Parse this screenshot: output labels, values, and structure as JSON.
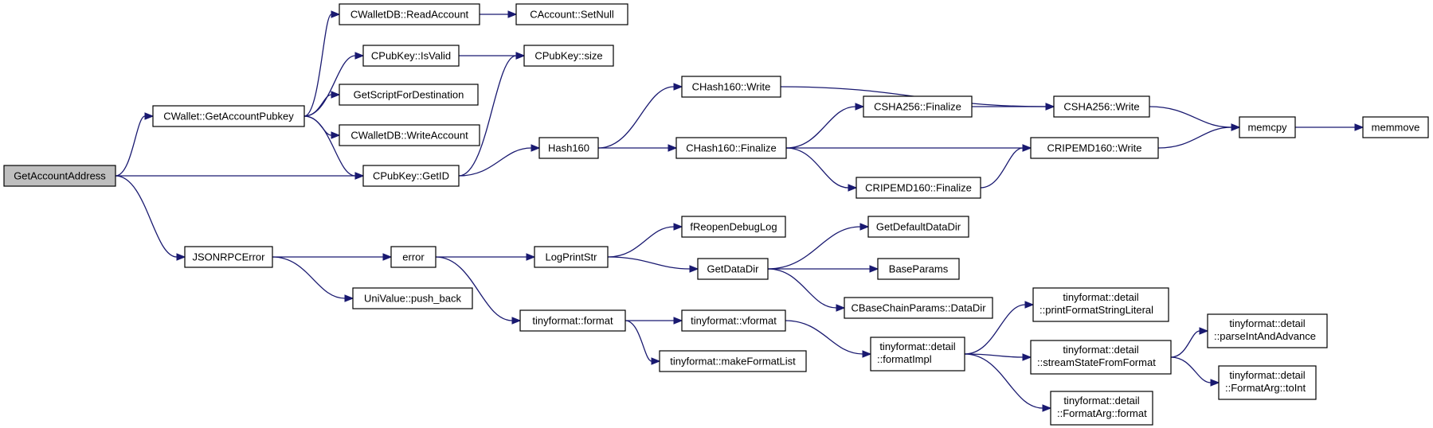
{
  "nodes": [
    {
      "id": "GetAccountAddress",
      "lines": [
        "GetAccountAddress"
      ],
      "root": true
    },
    {
      "id": "CWallet::GetAccountPubkey",
      "lines": [
        "CWallet::GetAccountPubkey"
      ]
    },
    {
      "id": "CPubKey::GetID",
      "lines": [
        "CPubKey::GetID"
      ]
    },
    {
      "id": "JSONRPCError",
      "lines": [
        "JSONRPCError"
      ]
    },
    {
      "id": "CWalletDB::ReadAccount",
      "lines": [
        "CWalletDB::ReadAccount"
      ]
    },
    {
      "id": "CAccount::SetNull",
      "lines": [
        "CAccount::SetNull"
      ]
    },
    {
      "id": "CPubKey::IsValid",
      "lines": [
        "CPubKey::IsValid"
      ]
    },
    {
      "id": "CPubKey::size",
      "lines": [
        "CPubKey::size"
      ]
    },
    {
      "id": "GetScriptForDestination",
      "lines": [
        "GetScriptForDestination"
      ]
    },
    {
      "id": "CWalletDB::WriteAccount",
      "lines": [
        "CWalletDB::WriteAccount"
      ]
    },
    {
      "id": "Hash160",
      "lines": [
        "Hash160"
      ]
    },
    {
      "id": "CHash160::Write",
      "lines": [
        "CHash160::Write"
      ]
    },
    {
      "id": "CHash160::Finalize",
      "lines": [
        "CHash160::Finalize"
      ]
    },
    {
      "id": "CSHA256::Finalize",
      "lines": [
        "CSHA256::Finalize"
      ]
    },
    {
      "id": "CSHA256::Write",
      "lines": [
        "CSHA256::Write"
      ]
    },
    {
      "id": "CRIPEMD160::Write",
      "lines": [
        "CRIPEMD160::Write"
      ]
    },
    {
      "id": "CRIPEMD160::Finalize",
      "lines": [
        "CRIPEMD160::Finalize"
      ]
    },
    {
      "id": "memcpy",
      "lines": [
        "memcpy"
      ]
    },
    {
      "id": "memmove",
      "lines": [
        "memmove"
      ]
    },
    {
      "id": "error",
      "lines": [
        "error"
      ]
    },
    {
      "id": "UniValue::push_back",
      "lines": [
        "UniValue::push_back"
      ]
    },
    {
      "id": "LogPrintStr",
      "lines": [
        "LogPrintStr"
      ]
    },
    {
      "id": "fReopenDebugLog",
      "lines": [
        "fReopenDebugLog"
      ]
    },
    {
      "id": "GetDataDir",
      "lines": [
        "GetDataDir"
      ]
    },
    {
      "id": "GetDefaultDataDir",
      "lines": [
        "GetDefaultDataDir"
      ]
    },
    {
      "id": "BaseParams",
      "lines": [
        "BaseParams"
      ]
    },
    {
      "id": "CBaseChainParams::DataDir",
      "lines": [
        "CBaseChainParams::DataDir"
      ]
    },
    {
      "id": "tinyformat::format",
      "lines": [
        "tinyformat::format"
      ]
    },
    {
      "id": "tinyformat::vformat",
      "lines": [
        "tinyformat::vformat"
      ]
    },
    {
      "id": "tinyformat::makeFormatList",
      "lines": [
        "tinyformat::makeFormatList"
      ]
    },
    {
      "id": "tinyformat::detail::formatImpl",
      "lines": [
        "tinyformat::detail",
        "::formatImpl"
      ]
    },
    {
      "id": "tinyformat::detail::printFormatStringLiteral",
      "lines": [
        "tinyformat::detail",
        "::printFormatStringLiteral"
      ]
    },
    {
      "id": "tinyformat::detail::streamStateFromFormat",
      "lines": [
        "tinyformat::detail",
        "::streamStateFromFormat"
      ]
    },
    {
      "id": "tinyformat::detail::FormatArg::format",
      "lines": [
        "tinyformat::detail",
        "::FormatArg::format"
      ]
    },
    {
      "id": "tinyformat::detail::parseIntAndAdvance",
      "lines": [
        "tinyformat::detail",
        "::parseIntAndAdvance"
      ]
    },
    {
      "id": "tinyformat::detail::FormatArg::toInt",
      "lines": [
        "tinyformat::detail",
        "::FormatArg::toInt"
      ]
    }
  ],
  "edges": [
    [
      "GetAccountAddress",
      "CWallet::GetAccountPubkey"
    ],
    [
      "GetAccountAddress",
      "CPubKey::GetID"
    ],
    [
      "GetAccountAddress",
      "JSONRPCError"
    ],
    [
      "CWallet::GetAccountPubkey",
      "CWalletDB::ReadAccount"
    ],
    [
      "CWallet::GetAccountPubkey",
      "CPubKey::IsValid"
    ],
    [
      "CWallet::GetAccountPubkey",
      "GetScriptForDestination"
    ],
    [
      "CWallet::GetAccountPubkey",
      "CWalletDB::WriteAccount"
    ],
    [
      "CWallet::GetAccountPubkey",
      "CPubKey::GetID"
    ],
    [
      "CWalletDB::ReadAccount",
      "CAccount::SetNull"
    ],
    [
      "CPubKey::IsValid",
      "CPubKey::size"
    ],
    [
      "CPubKey::GetID",
      "CPubKey::size"
    ],
    [
      "CPubKey::GetID",
      "Hash160"
    ],
    [
      "Hash160",
      "CHash160::Write"
    ],
    [
      "Hash160",
      "CHash160::Finalize"
    ],
    [
      "CHash160::Write",
      "CSHA256::Write"
    ],
    [
      "CHash160::Finalize",
      "CSHA256::Finalize"
    ],
    [
      "CHash160::Finalize",
      "CRIPEMD160::Write"
    ],
    [
      "CHash160::Finalize",
      "CRIPEMD160::Finalize"
    ],
    [
      "CSHA256::Finalize",
      "CSHA256::Write"
    ],
    [
      "CSHA256::Write",
      "memcpy"
    ],
    [
      "CRIPEMD160::Finalize",
      "CRIPEMD160::Write"
    ],
    [
      "CRIPEMD160::Write",
      "memcpy"
    ],
    [
      "memcpy",
      "memmove"
    ],
    [
      "JSONRPCError",
      "error"
    ],
    [
      "JSONRPCError",
      "UniValue::push_back"
    ],
    [
      "error",
      "LogPrintStr"
    ],
    [
      "error",
      "tinyformat::format"
    ],
    [
      "LogPrintStr",
      "fReopenDebugLog"
    ],
    [
      "LogPrintStr",
      "GetDataDir"
    ],
    [
      "GetDataDir",
      "GetDefaultDataDir"
    ],
    [
      "GetDataDir",
      "BaseParams"
    ],
    [
      "GetDataDir",
      "CBaseChainParams::DataDir"
    ],
    [
      "tinyformat::format",
      "tinyformat::vformat"
    ],
    [
      "tinyformat::format",
      "tinyformat::makeFormatList"
    ],
    [
      "tinyformat::vformat",
      "tinyformat::detail::formatImpl"
    ],
    [
      "tinyformat::detail::formatImpl",
      "tinyformat::detail::printFormatStringLiteral"
    ],
    [
      "tinyformat::detail::formatImpl",
      "tinyformat::detail::streamStateFromFormat"
    ],
    [
      "tinyformat::detail::formatImpl",
      "tinyformat::detail::FormatArg::format"
    ],
    [
      "tinyformat::detail::streamStateFromFormat",
      "tinyformat::detail::parseIntAndAdvance"
    ],
    [
      "tinyformat::detail::streamStateFromFormat",
      "tinyformat::detail::FormatArg::toInt"
    ]
  ]
}
